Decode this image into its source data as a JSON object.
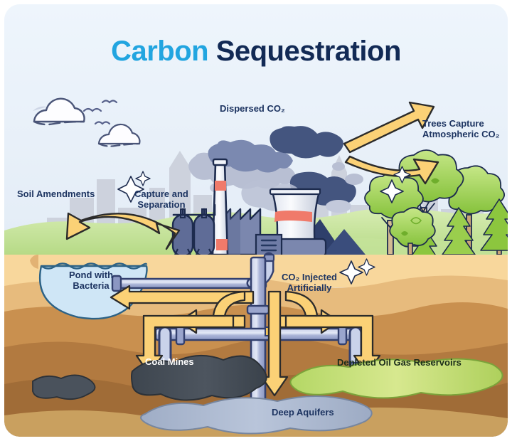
{
  "title": {
    "part1": "Carbon",
    "part2": " Sequestration",
    "color1": "#22a5e0",
    "color2": "#122a55"
  },
  "labels": {
    "dispersed_co2": "Dispersed CO₂",
    "trees_capture": "Trees Capture\nAtmospheric CO₂",
    "soil_amendments": "Soil Amendments",
    "capture_sep": "Capture and\nSeparation",
    "pond": "Pond with\nBacteria",
    "co2_injected": "CO₂ Injected\nArtificially",
    "coal_mines": "Coal Mines",
    "depleted_oil": "Depleted Oil Gas Reservoirs",
    "deep_aquifers": "Deep Aquifers"
  },
  "icons": {
    "cloud": "cloud-icon",
    "bird": "bird-icon",
    "sparkle": "sparkle-icon",
    "smoke": "smoke-plume-icon",
    "tree": "tree-icon",
    "conifer": "conifer-tree-icon",
    "factory": "factory-icon",
    "smokestack": "smokestack-icon",
    "cooling_tower": "cooling-tower-icon",
    "storage_tank": "storage-tank-icon",
    "skyline": "city-skyline-icon",
    "pipe": "pipe-icon",
    "arrow": "flow-arrow-icon",
    "water": "water-surface-icon",
    "mountain": "mountain-icon"
  },
  "palette": {
    "sky": "#eef4fb",
    "sky_low": "#e4edf7",
    "skyline": "#c6cbd8",
    "grass": "#cfe8a8",
    "grass_dark": "#b9dc8d",
    "soil_1": "#f7d79b",
    "soil_2": "#e2b274",
    "soil_3": "#c68a4f",
    "soil_4": "#b0763f",
    "soil_5": "#9c6535",
    "arrow_fill": "#f8c552",
    "arrow_fill_2": "#fbd987",
    "arrow_stroke": "#2b2b2b",
    "pipe_fill": "#aab4d8",
    "pipe_light": "#ced5ec",
    "pipe_stroke": "#33406e",
    "smoke_light": "#b9c0d4",
    "smoke_mid": "#7e8cb2",
    "smoke_dark": "#41527f",
    "factory_body": "#6f7aa3",
    "factory_dark": "#4e5b86",
    "stack_white": "#f2f4f9",
    "accent_red": "#f07a6a",
    "pond_water": "#cfe6f6",
    "pond_stroke": "#3c6e94",
    "coal": "#474f59",
    "reservoir": "#bada6a",
    "aquifer": "#a8b6cd",
    "tree_green": "#8cc63e",
    "tree_green_lt": "#bfe07a",
    "trunk": "#c9a678",
    "outline": "#1d2b4e"
  }
}
